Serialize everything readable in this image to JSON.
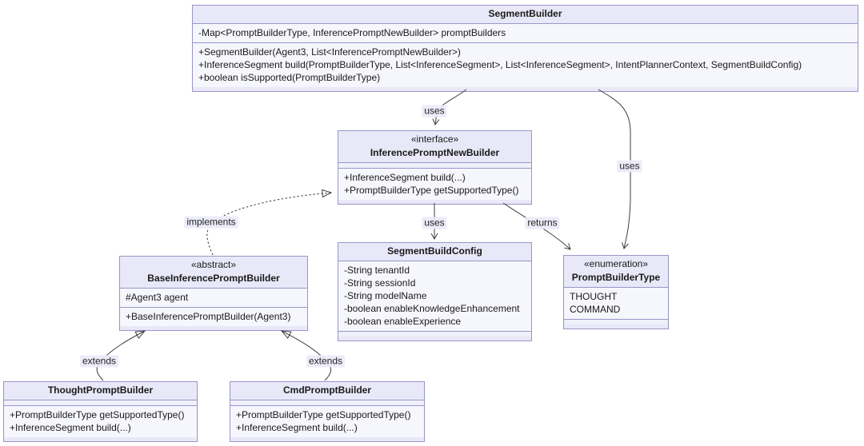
{
  "diagram": {
    "type": "uml-class-diagram",
    "colors": {
      "box_fill": "#e8e8f8",
      "section_fill": "#f6f6fd",
      "border": "#9a96c8",
      "line": "#3f3f3f",
      "label_bg": "#ebebf9",
      "background": "#ffffff"
    },
    "classes": {
      "segment_builder": {
        "name": "SegmentBuilder",
        "attributes": [
          "-Map<PromptBuilderType, InferencePromptNewBuilder> promptBuilders"
        ],
        "methods": [
          "+SegmentBuilder(Agent3, List<InferencePromptNewBuilder>)",
          "+InferenceSegment build(PromptBuilderType, List<InferenceSegment>, List<InferenceSegment>, IntentPlannerContext, SegmentBuildConfig)",
          "+boolean isSupported(PromptBuilderType)"
        ]
      },
      "inference_prompt_new_builder": {
        "stereotype": "«interface»",
        "name": "InferencePromptNewBuilder",
        "methods": [
          "+InferenceSegment build(...)",
          "+PromptBuilderType getSupportedType()"
        ]
      },
      "segment_build_config": {
        "name": "SegmentBuildConfig",
        "attributes": [
          "-String tenantId",
          "-String sessionId",
          "-String modelName",
          "-boolean enableKnowledgeEnhancement",
          "-boolean enableExperience"
        ]
      },
      "prompt_builder_type": {
        "stereotype": "«enumeration»",
        "name": "PromptBuilderType",
        "values": [
          "THOUGHT",
          "COMMAND"
        ]
      },
      "base_inference_prompt_builder": {
        "stereotype": "«abstract»",
        "name": "BaseInferencePromptBuilder",
        "attributes": [
          "#Agent3 agent"
        ],
        "methods": [
          "+BaseInferencePromptBuilder(Agent3)"
        ]
      },
      "thought_prompt_builder": {
        "name": "ThoughtPromptBuilder",
        "methods": [
          "+PromptBuilderType getSupportedType()",
          "+InferenceSegment build(...)"
        ]
      },
      "cmd_prompt_builder": {
        "name": "CmdPromptBuilder",
        "methods": [
          "+PromptBuilderType getSupportedType()",
          "+InferenceSegment build(...)"
        ]
      }
    },
    "edges": {
      "uses_builder_to_interface": "uses",
      "uses_builder_to_type": "uses",
      "uses_interface_to_config": "uses",
      "returns_interface_to_type": "returns",
      "implements_base_to_interface": "implements",
      "extends_thought_to_base": "extends",
      "extends_cmd_to_base": "extends"
    }
  }
}
